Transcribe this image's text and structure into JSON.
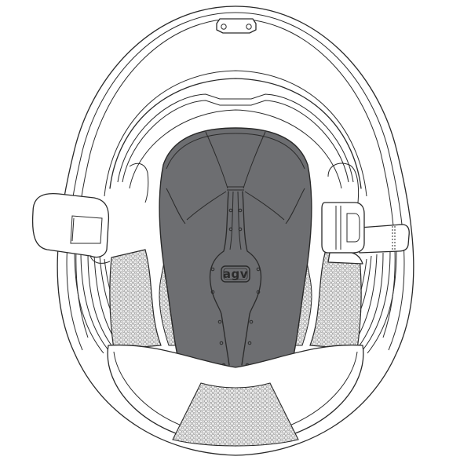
{
  "diagram": {
    "subject": "Helmet interior viewed from below",
    "logo": {
      "text": "agv"
    },
    "colors": {
      "background": "#ffffff",
      "line": "#2a2a2a",
      "padding": "#6d6e71",
      "mesh_fill": "#e3e3e3",
      "mesh_dot": "#9a9a9a"
    },
    "parts": [
      {
        "id": "outer-shell",
        "label": "Outer shell"
      },
      {
        "id": "visor-mechanism",
        "label": "Visor top vent"
      },
      {
        "id": "crown-liner",
        "label": "Crown padding"
      },
      {
        "id": "cheek-pad-left",
        "label": "Left cheek pad"
      },
      {
        "id": "cheek-pad-right",
        "label": "Right cheek pad"
      },
      {
        "id": "neck-roll",
        "label": "Neck roll"
      },
      {
        "id": "chin-strap-left",
        "label": "Left chin strap"
      },
      {
        "id": "chin-strap-right",
        "label": "Right chin strap with buckle"
      }
    ]
  }
}
